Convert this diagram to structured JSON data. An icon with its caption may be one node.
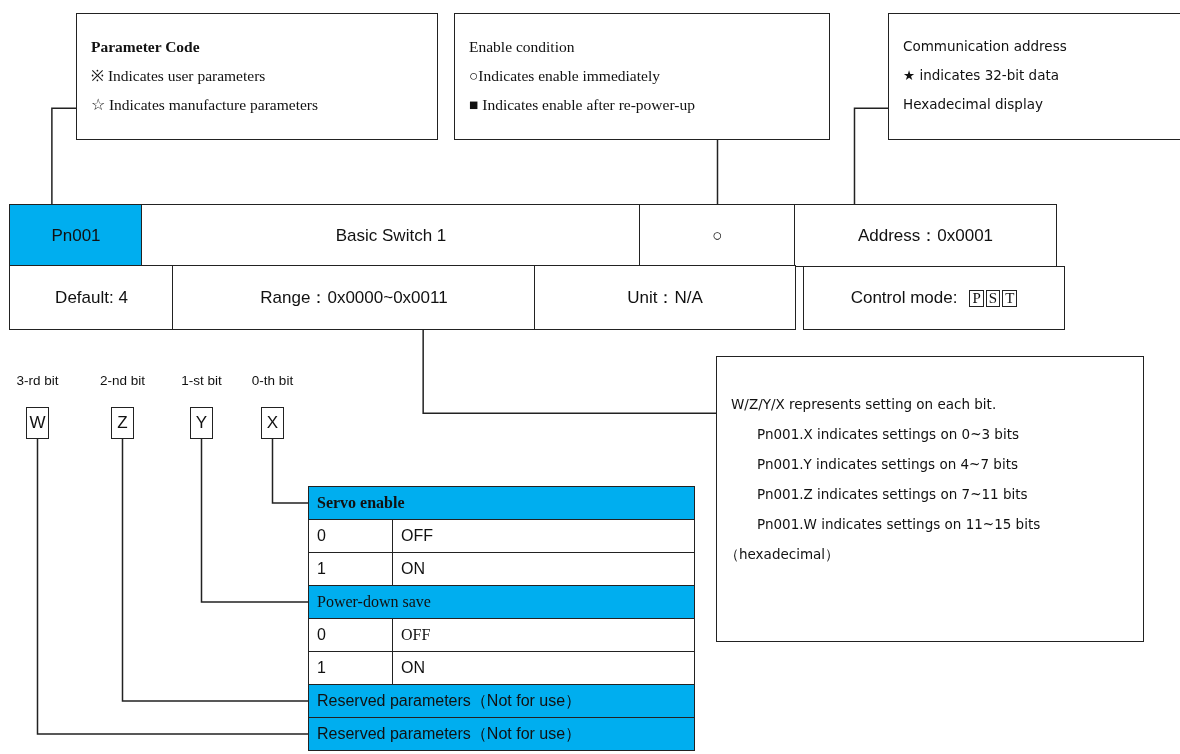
{
  "diagram": {
    "nodes": [
      {
        "text": [
          "Parameter Code",
          "※ Indicates user  parameters",
          "☆ Indicates manufacture parameters"
        ]
      },
      {
        "text": [
          "Enable condition",
          "○Indicates enable immediately",
          "■ Indicates enable after re-power-up"
        ]
      },
      {
        "text": [
          "Communication address",
          "★ indicates 32-bit data",
          "Hexadecimal display"
        ]
      },
      {
        "text": [
          "Pn001"
        ]
      },
      {
        "text": [
          "Basic Switch 1"
        ]
      },
      {
        "text": [
          "○"
        ]
      },
      {
        "text": [
          "Address：0x0001"
        ]
      },
      {
        "text": [
          "Default: 4"
        ]
      },
      {
        "text": [
          "Range：0x0000~0x0011"
        ]
      },
      {
        "text": [
          "Unit：N/A"
        ]
      },
      {
        "text": [
          "Control mode:",
          "P",
          "S",
          "T"
        ]
      },
      {
        "text": [
          "W/Z/Y/X represents setting on each bit.",
          "Pn001.X indicates settings on 0~3 bits",
          "Pn001.Y indicates settings on 4~7 bits",
          "Pn001.Z indicates settings on 7~11 bits",
          "Pn001.W indicates settings on 11~15 bits",
          "（hexadecimal）"
        ]
      },
      {
        "text": [
          "W"
        ],
        "beside": [
          "3-rd bit"
        ]
      },
      {
        "text": [
          "Z"
        ],
        "beside": [
          "2-nd bit"
        ]
      },
      {
        "text": [
          "Y"
        ],
        "beside": [
          "1-st bit"
        ]
      },
      {
        "text": [
          "X"
        ],
        "beside": [
          "0-th bit"
        ]
      },
      {
        "text": [
          "Servo enable"
        ]
      },
      {
        "text": [
          "0"
        ]
      },
      {
        "text": [
          "OFF"
        ]
      },
      {
        "text": [
          "1"
        ]
      },
      {
        "text": [
          "ON"
        ]
      },
      {
        "text": [
          "Power-down save"
        ]
      },
      {
        "text": [
          "0"
        ]
      },
      {
        "text": [
          "OFF"
        ]
      },
      {
        "text": [
          "1"
        ]
      },
      {
        "text": [
          "ON"
        ]
      },
      {
        "text": [
          "Reserved parameters（Not for use）"
        ]
      },
      {
        "text": [
          "Reserved parameters（Not for use）"
        ]
      }
    ],
    "edges": [
      {
        "from": 0,
        "to": 3,
        "arrow": "none"
      },
      {
        "from": 1,
        "to": 5,
        "arrow": "none"
      },
      {
        "from": 2,
        "to": 6,
        "arrow": "none"
      },
      {
        "from": 8,
        "to": 11,
        "arrow": "none"
      },
      {
        "from": 15,
        "to": 16,
        "arrow": "none"
      },
      {
        "from": 14,
        "to": 21,
        "arrow": "none"
      },
      {
        "from": 13,
        "to": 26,
        "arrow": "none"
      },
      {
        "from": 12,
        "to": 27,
        "arrow": "none"
      }
    ]
  }
}
